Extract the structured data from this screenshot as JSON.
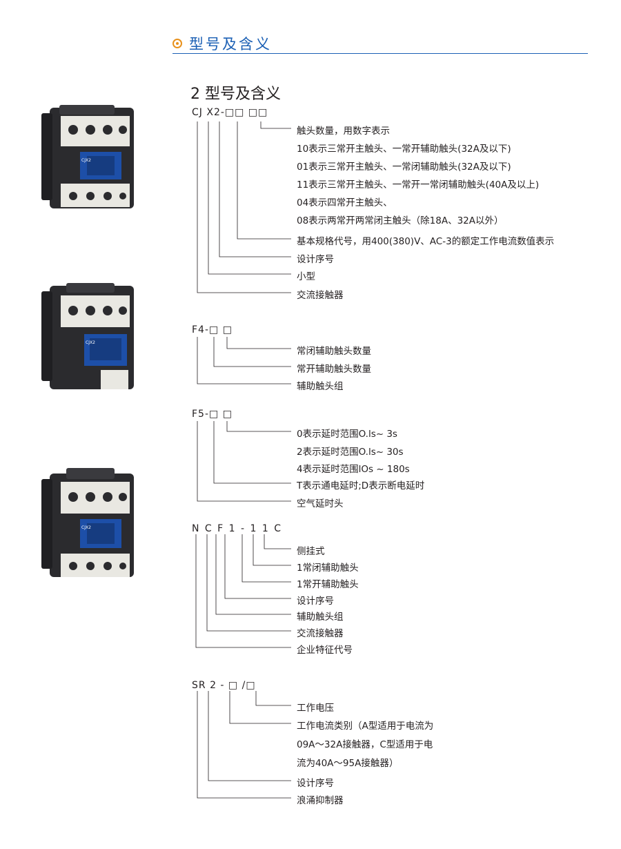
{
  "header": {
    "title": "型号及含义"
  },
  "section_title": "2 型号及含义",
  "blocks": {
    "cjx2": {
      "code": "CJ X2-□□ □□",
      "items": [
        "触头数量，用数字表示",
        "10表示三常开主触头、一常开辅助触头(32A及以下)",
        "01表示三常开主触头、一常闭辅助触头(32A及以下)",
        "11表示三常开主触头、一常开一常闭辅助触头(40A及以上)",
        "04表示四常开主触头、",
        "08表示两常开两常闭主触头（除18A、32A以外）",
        "基本规格代号，用400(380)V、AC-3的额定工作电流数值表示",
        "设计序号",
        "小型",
        "交流接触器"
      ]
    },
    "f4": {
      "code": "F4-□ □",
      "items": [
        "常闭辅助触头数量",
        "常开辅助触头数量",
        "辅助触头组"
      ]
    },
    "f5": {
      "code": "F5-□ □",
      "items": [
        "0表示延时范围O.ls~ 3s",
        "2表示延时范围O.ls~ 30s",
        "4表示延时范围lOs ~ 180s",
        "T表示通电延时;D表示断电延时",
        "空气延时头"
      ]
    },
    "ncf1": {
      "code": "N C F 1 - 1 1 C",
      "items": [
        "侧挂式",
        "1常闭辅助触头",
        "1常开辅助触头",
        "设计序号",
        "辅助触头组",
        "交流接触器",
        "企业特征代号"
      ]
    },
    "sr2": {
      "code": "SR 2 - □ /□",
      "items": [
        "工作电压",
        "工作电流类别（A型适用于电流为",
        "09A～32A接触器，C型适用于电",
        "流为40A～95A接触器）",
        "设计序号",
        "浪涌抑制器"
      ]
    }
  },
  "photos": [
    {
      "name": "CJX2 contactor",
      "label": "CJX2"
    },
    {
      "name": "CJX2 contactor",
      "label": "CJX2"
    },
    {
      "name": "CJX2 contactor",
      "label": "CJX2"
    }
  ],
  "colors": {
    "accent": "#1a5fb4",
    "icon": "#e8911c",
    "contactor_body": "#2b2b2e",
    "contactor_button": "#1d4fa8",
    "terminal": "#e9e8e2"
  }
}
